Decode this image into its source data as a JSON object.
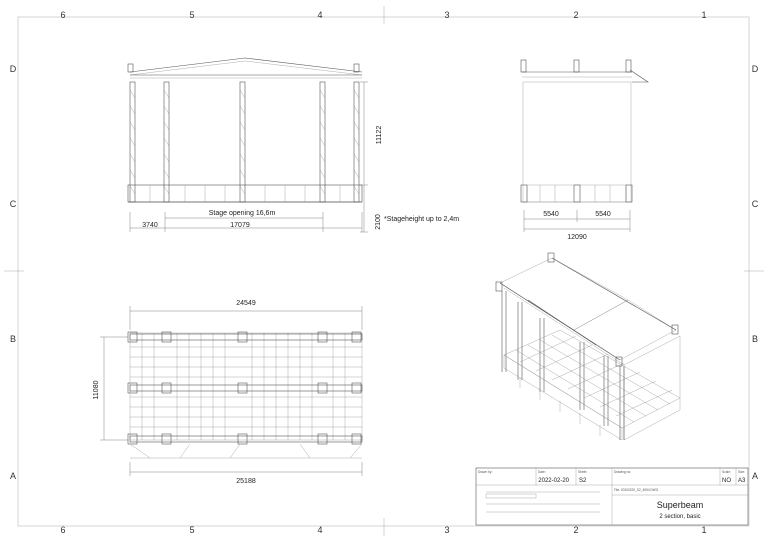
{
  "sheet": {
    "columns": [
      "6",
      "5",
      "4",
      "3",
      "2",
      "1"
    ],
    "rows": [
      "D",
      "C",
      "B",
      "A"
    ]
  },
  "front_view": {
    "dim_height": "11122",
    "dim_left": "3740",
    "dim_opening_label": "Stage opening 16,6m",
    "dim_width": "17079",
    "dim_stage": "2100",
    "note": "*Stageheight up to 2,4m"
  },
  "side_view": {
    "dim_half_left": "5540",
    "dim_half_right": "5540",
    "dim_total": "12090"
  },
  "plan_view": {
    "dim_top": "24549",
    "dim_depth": "11080",
    "dim_bottom": "25188"
  },
  "title_block": {
    "drawn_by_label": "Drawn by:",
    "date_label": "Date:",
    "date_value": "2022-02-20",
    "sheet_label": "Sheet:",
    "sheet_value": "S2",
    "drawing_no_label": "Drawing no:",
    "scale_label": "Scale:",
    "scale_value": "NO",
    "size_label": "Size:",
    "size_value": "A3",
    "file_label": "File: 20200220_S2_4594 DWG",
    "product": "Superbeam",
    "description": "2 section, basic"
  }
}
